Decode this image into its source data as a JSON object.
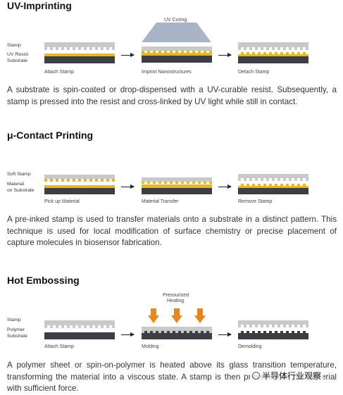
{
  "sections": [
    {
      "title": "UV-Imprinting",
      "labels": [
        "Stamp",
        "UV Resist",
        "Substrate"
      ],
      "top_label": "UV Curing",
      "captions": [
        "Attach Stamp",
        "Imprint Nanostructures",
        "Detach Stamp"
      ],
      "text": "A substrate is spin-coated or drop-dispensed with a UV-curable resist. Subsequently, a stamp is pressed into the resist and cross-linked by UV light while still in contact."
    },
    {
      "title": "μ-Contact Printing",
      "labels": [
        "Soft Stamp",
        "Material",
        "on Substrate"
      ],
      "captions": [
        "Pick up Material",
        "Material Transfer",
        "Remove Stamp"
      ],
      "text": "A pre-inked stamp is used to transfer materials onto a substrate in a distinct pattern. This technique is used for local modification of surface chemistry or precise placement of capture molecules in biosensor fabrication."
    },
    {
      "title": "Hot Embossing",
      "labels": [
        "Stamp",
        "Polymer",
        "Substrate"
      ],
      "top_label": [
        "Pressurized",
        "Heating"
      ],
      "captions": [
        "Attach Stamp",
        "Molding",
        "Demolding"
      ],
      "text": "A polymer sheet or spin-on-polymer is heated above its glass transition temperature, transforming the material into a viscous state. A stamp is then pressed into the material with sufficient force."
    }
  ],
  "watermark": "半导体行业观察",
  "colors": {
    "substrate": "#3b3f45",
    "resist": "#e8b81d",
    "stamp": "#c9c9c9",
    "heat": "#e8861e",
    "uv": "#a9b4c6"
  },
  "icons": [
    "arrow-icon",
    "uv-lamp-icon",
    "heat-arrow-icon",
    "watermark-logo-icon"
  ]
}
